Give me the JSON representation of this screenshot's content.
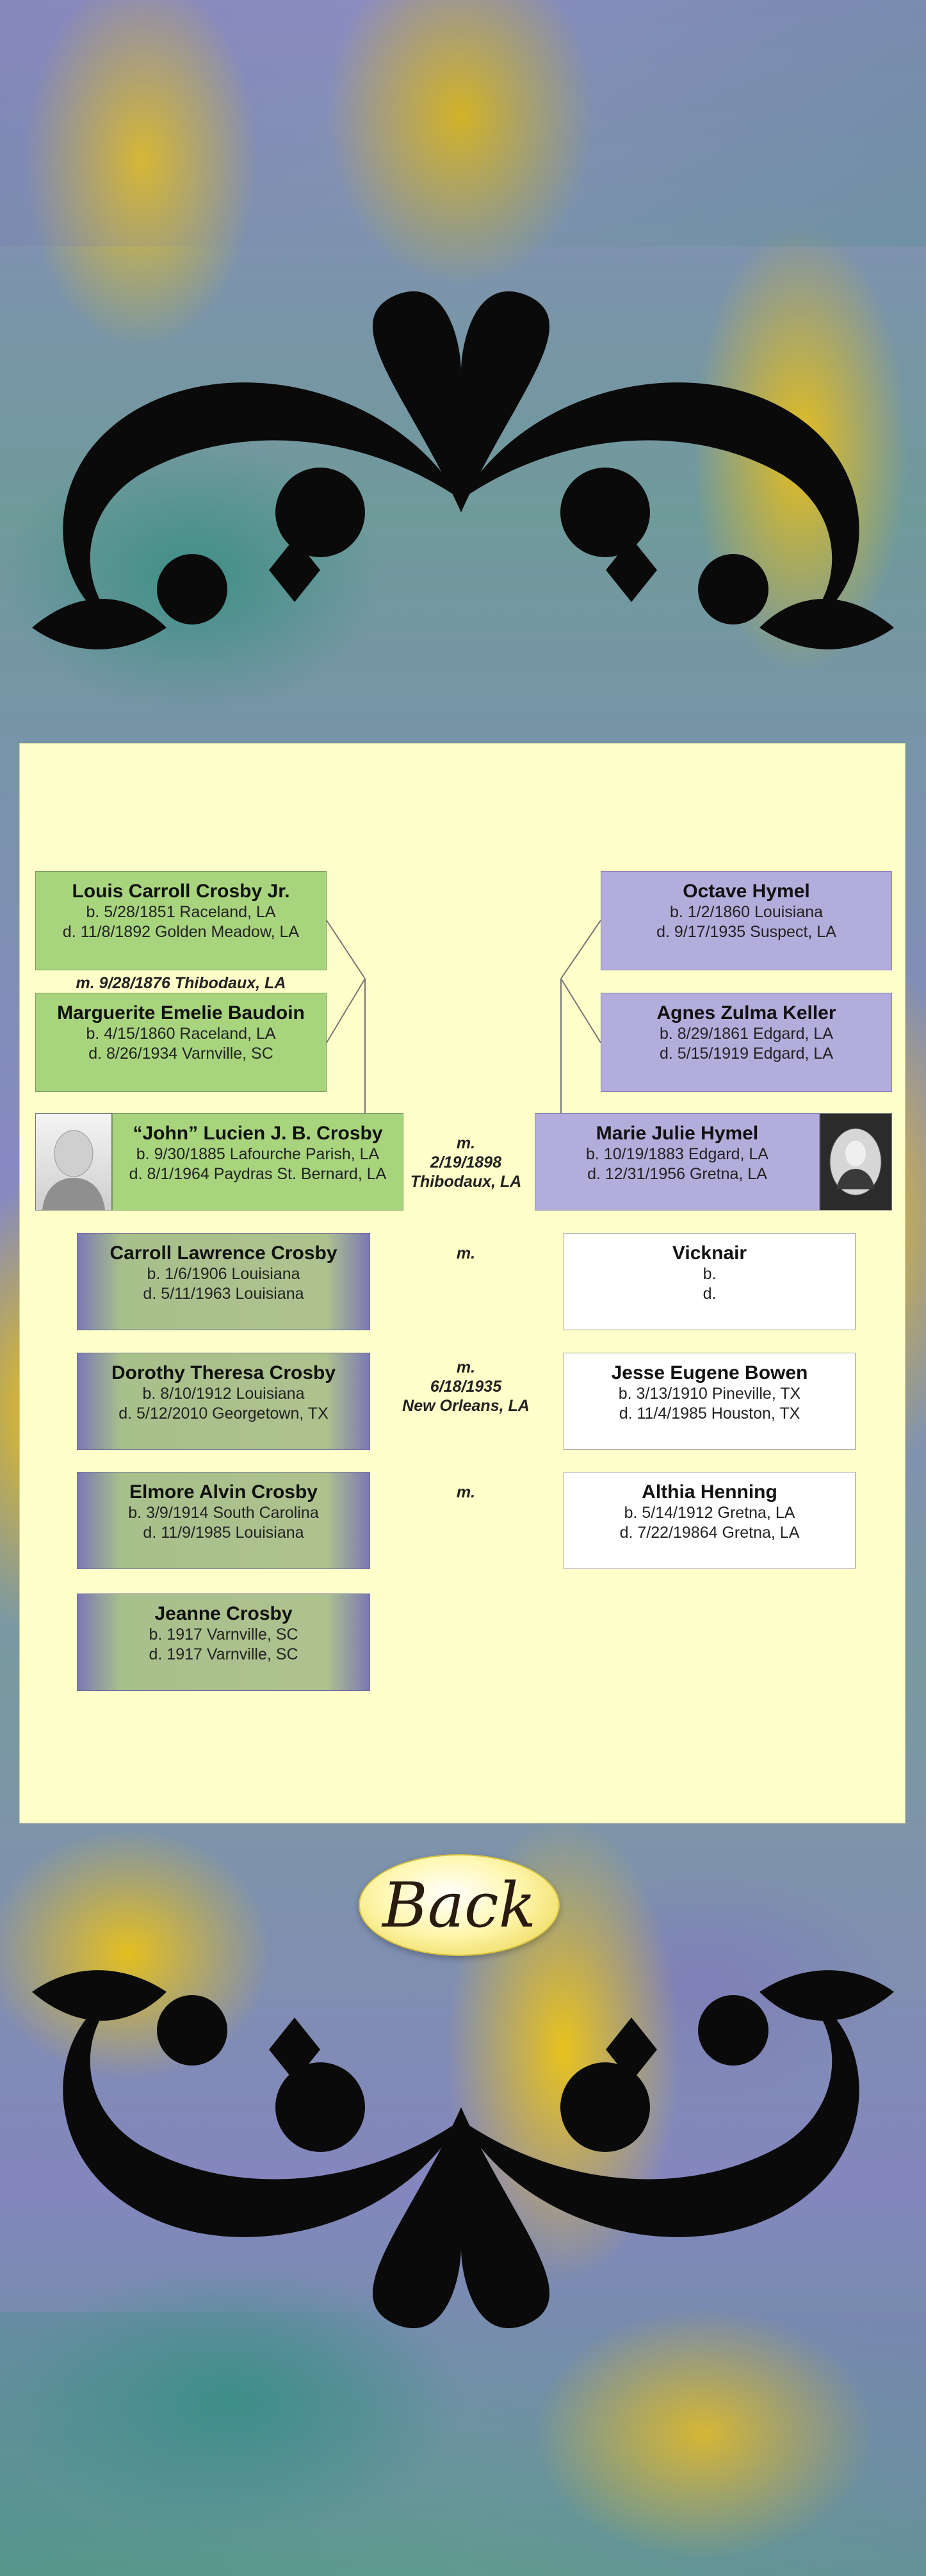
{
  "back_button": {
    "label": "Back"
  },
  "parents_left": [
    {
      "name": "Louis Carroll Crosby Jr.",
      "born": "b. 5/28/1851 Raceland, LA",
      "died": "d. 11/8/1892 Golden Meadow, LA"
    },
    {
      "name": "Marguerite Emelie Baudoin",
      "born": "b. 4/15/1860 Raceland, LA",
      "died": "d. 8/26/1934 Varnville, SC"
    }
  ],
  "parents_left_marriage": "m. 9/28/1876 Thibodaux, LA",
  "parents_right": [
    {
      "name": "Octave Hymel",
      "born": "b. 1/2/1860  Louisiana",
      "died": "d. 9/17/1935 Suspect, LA"
    },
    {
      "name": "Agnes Zulma Keller",
      "born": "b. 8/29/1861 Edgard, LA",
      "died": "d. 5/15/1919 Edgard, LA"
    }
  ],
  "couple": {
    "husband": {
      "name": "“John” Lucien J. B. Crosby",
      "born": "b. 9/30/1885 Lafourche Parish, LA",
      "died": "d. 8/1/1964 Paydras St. Bernard, LA"
    },
    "wife": {
      "name": "Marie Julie Hymel",
      "born": "b. 10/19/1883  Edgard, LA",
      "died": "d. 12/31/1956  Gretna, LA"
    },
    "marriage": [
      "m.",
      "2/19/1898",
      "Thibodaux, LA"
    ]
  },
  "children": [
    {
      "name": "Carroll Lawrence Crosby",
      "born": "b. 1/6/1906  Louisiana",
      "died": "d. 5/11/1963 Louisiana",
      "marriage": [
        "m."
      ],
      "spouse": {
        "name": "Vicknair",
        "born": "b.",
        "died": "d."
      }
    },
    {
      "name": "Dorothy Theresa Crosby",
      "born": "b. 8/10/1912  Louisiana",
      "died": "d. 5/12/2010 Georgetown, TX",
      "marriage": [
        "m.",
        "6/18/1935",
        "New Orleans, LA"
      ],
      "spouse": {
        "name": "Jesse Eugene Bowen",
        "born": "b. 3/13/1910 Pineville, TX",
        "died": "d. 11/4/1985 Houston, TX"
      }
    },
    {
      "name": "Elmore Alvin Crosby",
      "born": "b. 3/9/1914  South Carolina",
      "died": "d. 11/9/1985 Louisiana",
      "marriage": [
        "m."
      ],
      "spouse": {
        "name": "Althia Henning",
        "born": "b. 5/14/1912 Gretna, LA",
        "died": "d. 7/22/19864 Gretna, LA"
      }
    },
    {
      "name": "Jeanne Crosby",
      "born": "b. 1917  Varnville, SC",
      "died": "d. 1917  Varnville, SC"
    }
  ]
}
